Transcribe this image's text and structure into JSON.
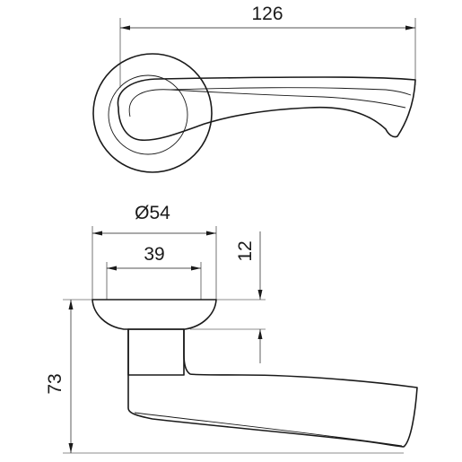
{
  "dimensions": {
    "total_length": "126",
    "rose_diameter": "Ø54",
    "rose_inner": "39",
    "rose_height": "12",
    "total_height": "73"
  }
}
